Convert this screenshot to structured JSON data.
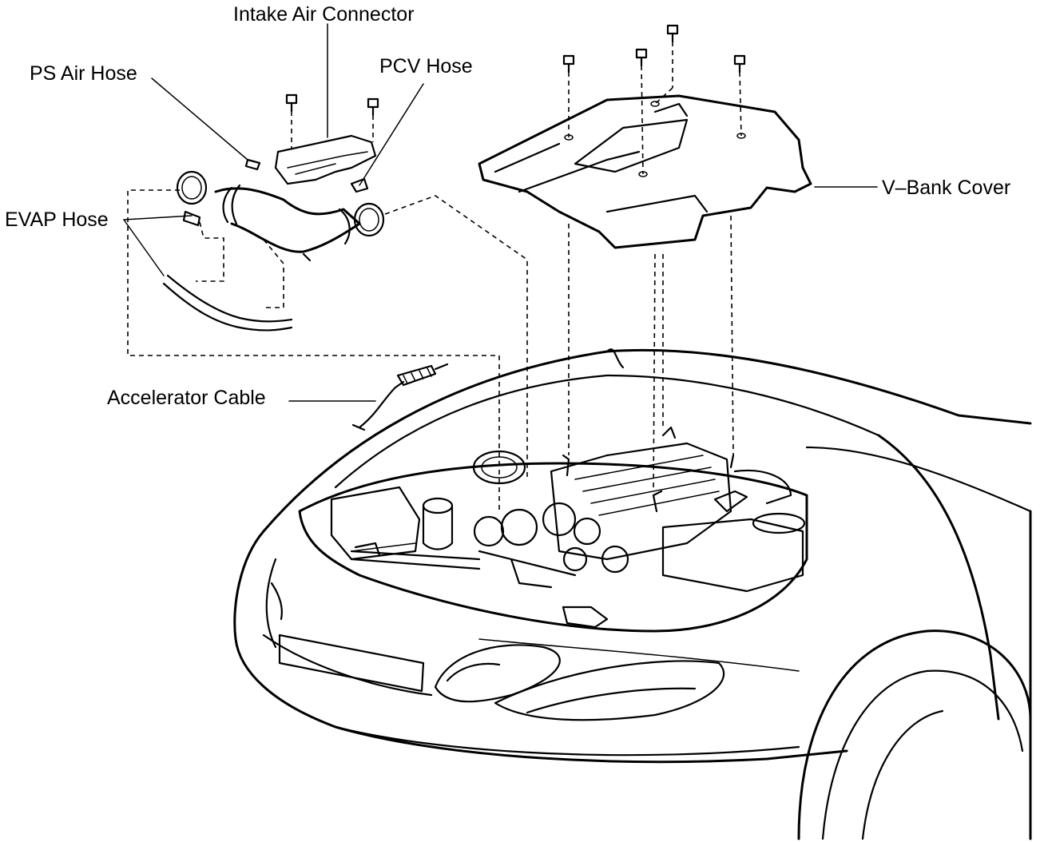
{
  "labels": {
    "intake_air_connector": "Intake Air Connector",
    "ps_air_hose": "PS Air Hose",
    "pcv_hose": "PCV Hose",
    "evap_hose": "EVAP Hose",
    "v_bank_cover": "V–Bank Cover",
    "accelerator_cable": "Accelerator Cable"
  },
  "colors": {
    "line": "#000000",
    "background": "#ffffff"
  }
}
